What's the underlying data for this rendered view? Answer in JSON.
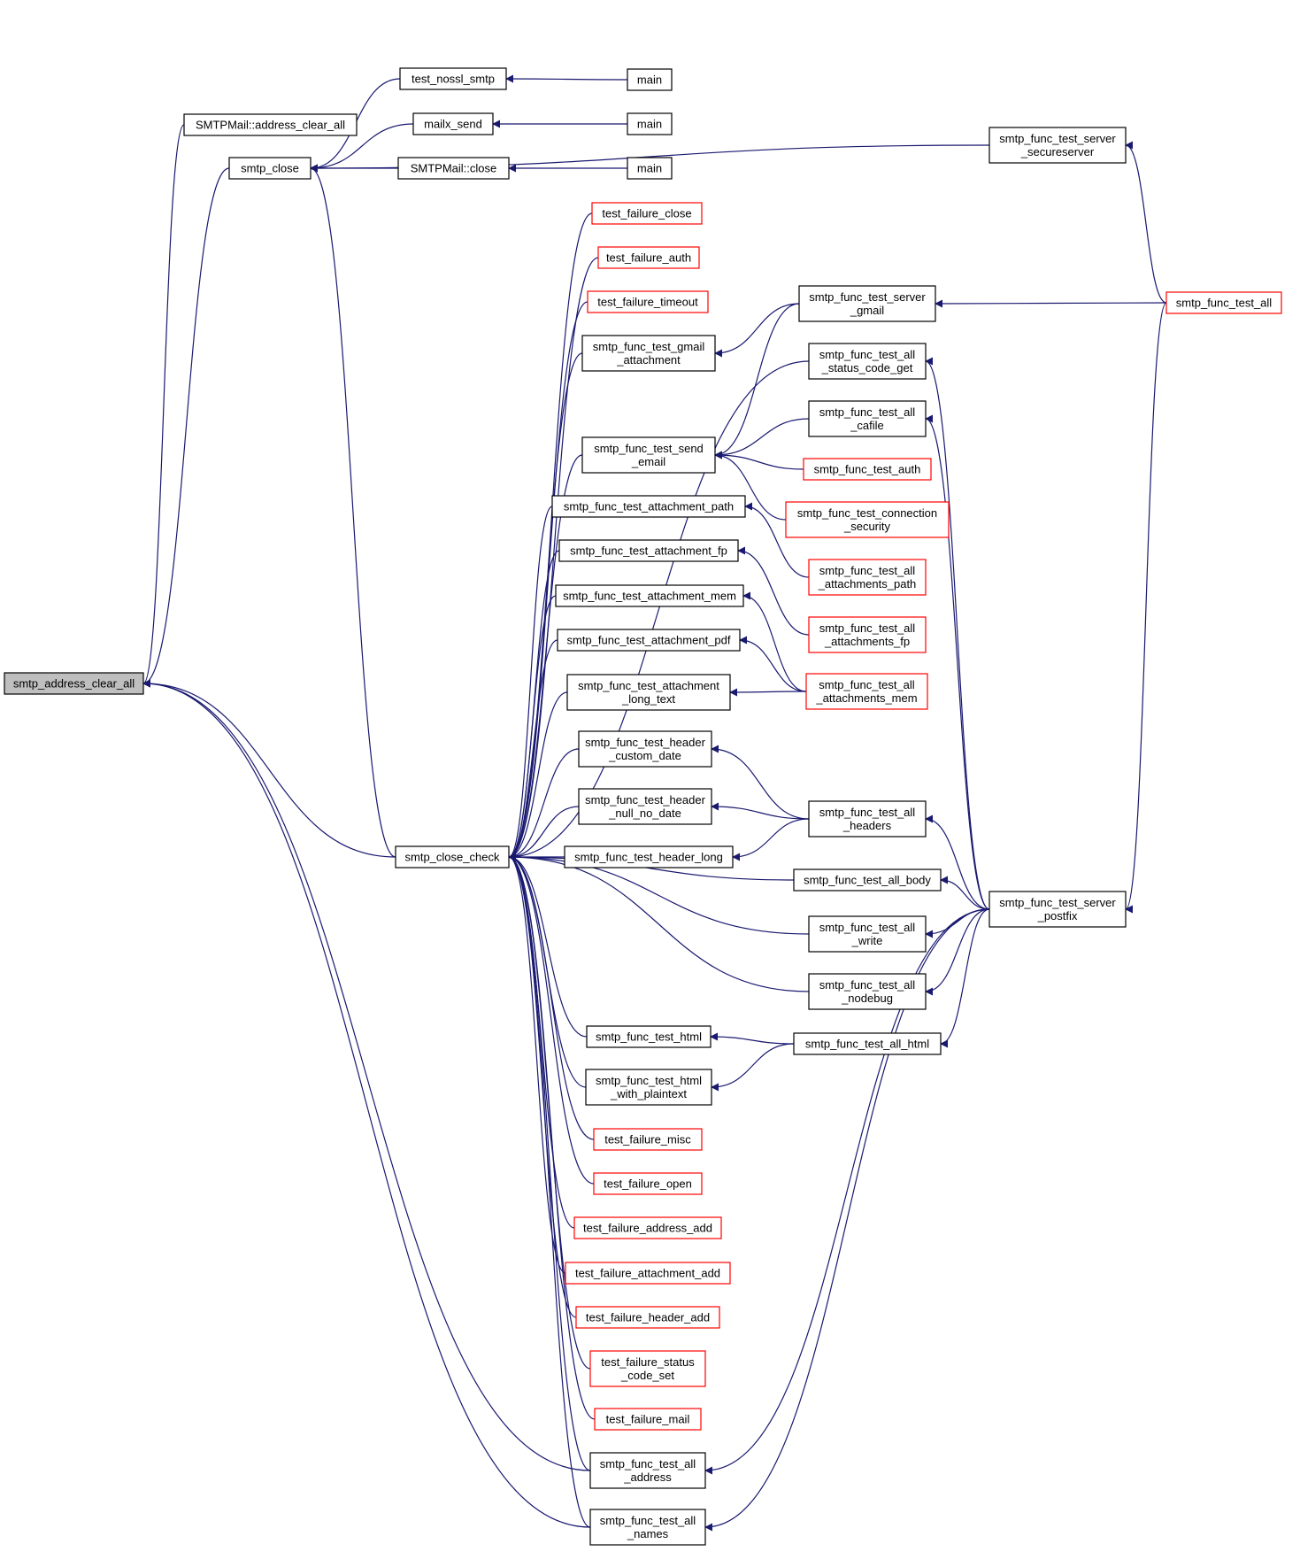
{
  "colors": {
    "edge": "#191970",
    "node_border_black": "#000000",
    "node_border_red": "#ff0000",
    "node_fill": "#ffffff",
    "root_fill": "#bfbfbf"
  },
  "nodes": [
    {
      "id": "root",
      "lines": [
        "smtp_address_clear_all"
      ],
      "style": "root"
    },
    {
      "id": "smtpmail_addr_clear",
      "lines": [
        "SMTPMail::address_clear_all"
      ],
      "style": "black"
    },
    {
      "id": "smtp_close",
      "lines": [
        "smtp_close"
      ],
      "style": "black"
    },
    {
      "id": "test_nossl",
      "lines": [
        "test_nossl_smtp"
      ],
      "style": "black"
    },
    {
      "id": "mailx_send",
      "lines": [
        "mailx_send"
      ],
      "style": "black"
    },
    {
      "id": "smtpmail_close",
      "lines": [
        "SMTPMail::close"
      ],
      "style": "black"
    },
    {
      "id": "main1",
      "lines": [
        "main"
      ],
      "style": "black"
    },
    {
      "id": "main2",
      "lines": [
        "main"
      ],
      "style": "black"
    },
    {
      "id": "main3",
      "lines": [
        "main"
      ],
      "style": "black"
    },
    {
      "id": "secureserver",
      "lines": [
        "smtp_func_test_server",
        "_secureserver"
      ],
      "style": "black"
    },
    {
      "id": "test_all",
      "lines": [
        "smtp_func_test_all"
      ],
      "style": "red"
    },
    {
      "id": "tf_close",
      "lines": [
        "test_failure_close"
      ],
      "style": "red"
    },
    {
      "id": "tf_auth",
      "lines": [
        "test_failure_auth"
      ],
      "style": "red"
    },
    {
      "id": "tf_timeout",
      "lines": [
        "test_failure_timeout"
      ],
      "style": "red"
    },
    {
      "id": "gmail_att",
      "lines": [
        "smtp_func_test_gmail",
        "_attachment"
      ],
      "style": "black"
    },
    {
      "id": "server_gmail",
      "lines": [
        "smtp_func_test_server",
        "_gmail"
      ],
      "style": "black"
    },
    {
      "id": "status_code_get",
      "lines": [
        "smtp_func_test_all",
        "_status_code_get"
      ],
      "style": "black"
    },
    {
      "id": "send_email",
      "lines": [
        "smtp_func_test_send",
        "_email"
      ],
      "style": "black"
    },
    {
      "id": "cafile",
      "lines": [
        "smtp_func_test_all",
        "_cafile"
      ],
      "style": "black"
    },
    {
      "id": "test_auth",
      "lines": [
        "smtp_func_test_auth"
      ],
      "style": "red"
    },
    {
      "id": "conn_sec",
      "lines": [
        "smtp_func_test_connection",
        "_security"
      ],
      "style": "red"
    },
    {
      "id": "att_path",
      "lines": [
        "smtp_func_test_attachment_path"
      ],
      "style": "black"
    },
    {
      "id": "all_att_path",
      "lines": [
        "smtp_func_test_all",
        "_attachments_path"
      ],
      "style": "red"
    },
    {
      "id": "att_fp",
      "lines": [
        "smtp_func_test_attachment_fp"
      ],
      "style": "black"
    },
    {
      "id": "all_att_fp",
      "lines": [
        "smtp_func_test_all",
        "_attachments_fp"
      ],
      "style": "red"
    },
    {
      "id": "att_mem",
      "lines": [
        "smtp_func_test_attachment_mem"
      ],
      "style": "black"
    },
    {
      "id": "att_pdf",
      "lines": [
        "smtp_func_test_attachment_pdf"
      ],
      "style": "black"
    },
    {
      "id": "all_att_mem",
      "lines": [
        "smtp_func_test_all",
        "_attachments_mem"
      ],
      "style": "red"
    },
    {
      "id": "att_long",
      "lines": [
        "smtp_func_test_attachment",
        "_long_text"
      ],
      "style": "black"
    },
    {
      "id": "hdr_custom",
      "lines": [
        "smtp_func_test_header",
        "_custom_date"
      ],
      "style": "black"
    },
    {
      "id": "hdr_null",
      "lines": [
        "smtp_func_test_header",
        "_null_no_date"
      ],
      "style": "black"
    },
    {
      "id": "all_headers",
      "lines": [
        "smtp_func_test_all",
        "_headers"
      ],
      "style": "black"
    },
    {
      "id": "close_check",
      "lines": [
        "smtp_close_check"
      ],
      "style": "black"
    },
    {
      "id": "hdr_long",
      "lines": [
        "smtp_func_test_header_long"
      ],
      "style": "black"
    },
    {
      "id": "all_body",
      "lines": [
        "smtp_func_test_all_body"
      ],
      "style": "black"
    },
    {
      "id": "server_postfix",
      "lines": [
        "smtp_func_test_server",
        "_postfix"
      ],
      "style": "black"
    },
    {
      "id": "all_write",
      "lines": [
        "smtp_func_test_all",
        "_write"
      ],
      "style": "black"
    },
    {
      "id": "all_nodebug",
      "lines": [
        "smtp_func_test_all",
        "_nodebug"
      ],
      "style": "black"
    },
    {
      "id": "test_html",
      "lines": [
        "smtp_func_test_html"
      ],
      "style": "black"
    },
    {
      "id": "all_html",
      "lines": [
        "smtp_func_test_all_html"
      ],
      "style": "black"
    },
    {
      "id": "html_plain",
      "lines": [
        "smtp_func_test_html",
        "_with_plaintext"
      ],
      "style": "black"
    },
    {
      "id": "tf_misc",
      "lines": [
        "test_failure_misc"
      ],
      "style": "red"
    },
    {
      "id": "tf_open",
      "lines": [
        "test_failure_open"
      ],
      "style": "red"
    },
    {
      "id": "tf_addr_add",
      "lines": [
        "test_failure_address_add"
      ],
      "style": "red"
    },
    {
      "id": "tf_att_add",
      "lines": [
        "test_failure_attachment_add"
      ],
      "style": "red"
    },
    {
      "id": "tf_hdr_add",
      "lines": [
        "test_failure_header_add"
      ],
      "style": "red"
    },
    {
      "id": "tf_status",
      "lines": [
        "test_failure_status",
        "_code_set"
      ],
      "style": "red"
    },
    {
      "id": "tf_mail",
      "lines": [
        "test_failure_mail"
      ],
      "style": "red"
    },
    {
      "id": "all_address",
      "lines": [
        "smtp_func_test_all",
        "_address"
      ],
      "style": "black"
    },
    {
      "id": "all_names",
      "lines": [
        "smtp_func_test_all",
        "_names"
      ],
      "style": "black"
    }
  ],
  "edges": [
    {
      "from": "smtpmail_addr_clear",
      "to": "root"
    },
    {
      "from": "smtp_close",
      "to": "root"
    },
    {
      "from": "close_check",
      "to": "root"
    },
    {
      "from": "all_address",
      "to": "root"
    },
    {
      "from": "all_names",
      "to": "root"
    },
    {
      "from": "test_nossl",
      "to": "smtp_close"
    },
    {
      "from": "mailx_send",
      "to": "smtp_close"
    },
    {
      "from": "smtpmail_close",
      "to": "smtp_close"
    },
    {
      "from": "secureserver",
      "to": "smtp_close"
    },
    {
      "from": "close_check",
      "to": "smtp_close"
    },
    {
      "from": "main1",
      "to": "test_nossl"
    },
    {
      "from": "main2",
      "to": "mailx_send"
    },
    {
      "from": "main3",
      "to": "smtpmail_close"
    },
    {
      "from": "test_all",
      "to": "secureserver"
    },
    {
      "from": "test_all",
      "to": "server_gmail"
    },
    {
      "from": "test_all",
      "to": "server_postfix"
    },
    {
      "from": "server_gmail",
      "to": "gmail_att"
    },
    {
      "from": "server_gmail",
      "to": "send_email"
    },
    {
      "from": "cafile",
      "to": "send_email"
    },
    {
      "from": "test_auth",
      "to": "send_email"
    },
    {
      "from": "conn_sec",
      "to": "send_email"
    },
    {
      "from": "all_att_path",
      "to": "att_path"
    },
    {
      "from": "all_att_fp",
      "to": "att_fp"
    },
    {
      "from": "all_att_mem",
      "to": "att_mem"
    },
    {
      "from": "all_att_mem",
      "to": "att_pdf"
    },
    {
      "from": "all_att_mem",
      "to": "att_long"
    },
    {
      "from": "all_headers",
      "to": "hdr_custom"
    },
    {
      "from": "all_headers",
      "to": "hdr_null"
    },
    {
      "from": "all_headers",
      "to": "hdr_long"
    },
    {
      "from": "server_postfix",
      "to": "status_code_get"
    },
    {
      "from": "server_postfix",
      "to": "cafile"
    },
    {
      "from": "server_postfix",
      "to": "all_headers"
    },
    {
      "from": "server_postfix",
      "to": "all_body"
    },
    {
      "from": "server_postfix",
      "to": "all_write"
    },
    {
      "from": "server_postfix",
      "to": "all_nodebug"
    },
    {
      "from": "server_postfix",
      "to": "all_html"
    },
    {
      "from": "server_postfix",
      "to": "all_address"
    },
    {
      "from": "server_postfix",
      "to": "all_names"
    },
    {
      "from": "all_html",
      "to": "test_html"
    },
    {
      "from": "all_html",
      "to": "html_plain"
    },
    {
      "from": "tf_close",
      "to": "close_check"
    },
    {
      "from": "tf_auth",
      "to": "close_check"
    },
    {
      "from": "tf_timeout",
      "to": "close_check"
    },
    {
      "from": "gmail_att",
      "to": "close_check"
    },
    {
      "from": "status_code_get",
      "to": "close_check"
    },
    {
      "from": "send_email",
      "to": "close_check"
    },
    {
      "from": "att_path",
      "to": "close_check"
    },
    {
      "from": "att_fp",
      "to": "close_check"
    },
    {
      "from": "att_mem",
      "to": "close_check"
    },
    {
      "from": "att_pdf",
      "to": "close_check"
    },
    {
      "from": "att_long",
      "to": "close_check"
    },
    {
      "from": "hdr_custom",
      "to": "close_check"
    },
    {
      "from": "hdr_null",
      "to": "close_check"
    },
    {
      "from": "hdr_long",
      "to": "close_check"
    },
    {
      "from": "all_body",
      "to": "close_check"
    },
    {
      "from": "all_write",
      "to": "close_check"
    },
    {
      "from": "all_nodebug",
      "to": "close_check"
    },
    {
      "from": "test_html",
      "to": "close_check"
    },
    {
      "from": "html_plain",
      "to": "close_check"
    },
    {
      "from": "tf_misc",
      "to": "close_check"
    },
    {
      "from": "tf_open",
      "to": "close_check"
    },
    {
      "from": "tf_addr_add",
      "to": "close_check"
    },
    {
      "from": "tf_att_add",
      "to": "close_check"
    },
    {
      "from": "tf_hdr_add",
      "to": "close_check"
    },
    {
      "from": "tf_status",
      "to": "close_check"
    },
    {
      "from": "tf_mail",
      "to": "close_check"
    },
    {
      "from": "all_address",
      "to": "close_check"
    },
    {
      "from": "all_names",
      "to": "close_check"
    }
  ]
}
